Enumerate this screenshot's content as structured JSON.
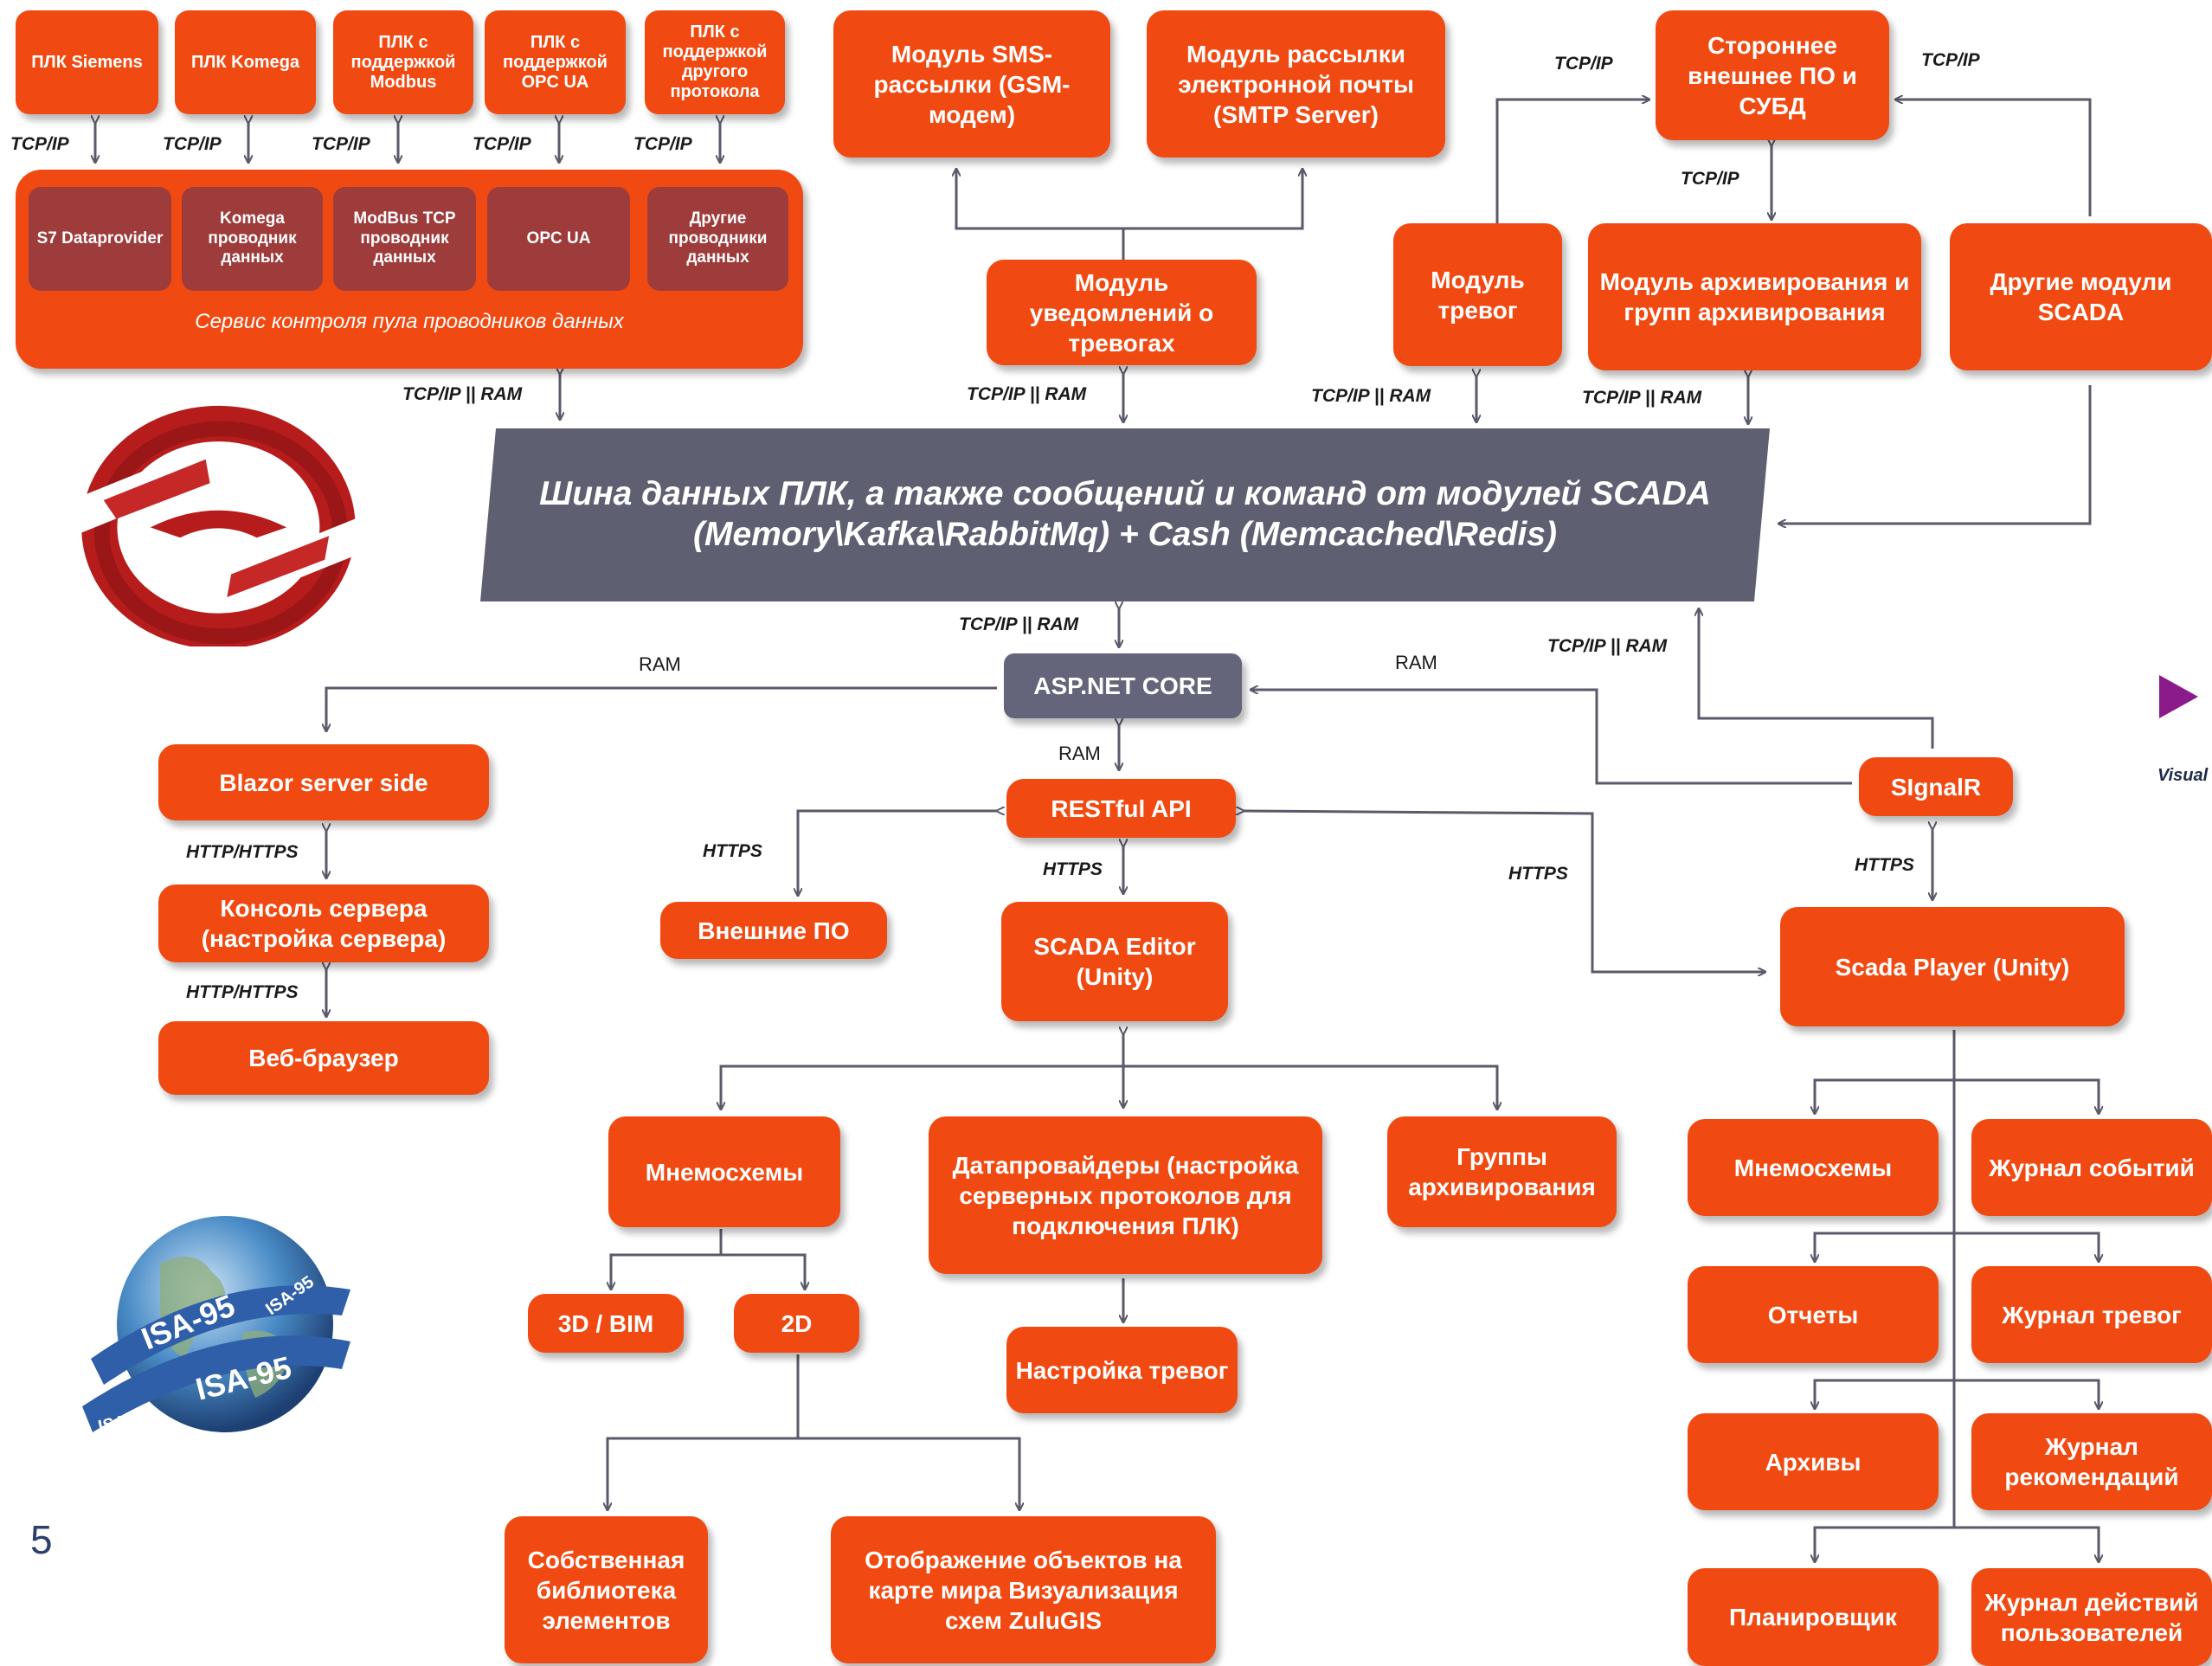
{
  "page_number": "5",
  "edge_text": "Visual",
  "colors": {
    "box": "#f04a12",
    "bus": "#5e5f71",
    "inner": "#9e3b3b",
    "asp": "#64657a",
    "line": "#5a5a6a"
  },
  "plc": [
    "ПЛК Siemens",
    "ПЛК Komega",
    "ПЛК с поддержкой Modbus",
    "ПЛК с поддержкой OPC UA",
    "ПЛК с поддержкой другого протокола"
  ],
  "pool": {
    "caption": "Сервис контроля пула проводников данных",
    "providers": [
      "S7 Dataprovider",
      "Komega проводник данных",
      "ModBus TCP проводник данных",
      "OPC UA",
      "Другие проводники данных"
    ]
  },
  "modules": {
    "sms": "Модуль SMS-рассылки (GSM-модем)",
    "email": "Модуль рассылки электронной почты (SMTP Server)",
    "notify": "Модуль уведомлений о тревогах",
    "external_db": "Стороннее внешнее ПО и СУБД",
    "alarms": "Модуль тревог",
    "archive": "Модуль архивирования и групп архивирования",
    "other": "Другие модули SCADA"
  },
  "bus": {
    "line1": "Шина данных ПЛК, а также сообщений и команд от модулей SCADA",
    "line2": "(Memory\\Kafka\\RabbitMq) + Cash (Memcached\\Redis)"
  },
  "asp": "ASP.NET CORE",
  "web": {
    "blazor": "Blazor server side",
    "console": "Консоль сервера (настройка сервера)",
    "browser": "Веб-браузер"
  },
  "api": {
    "rest": "RESTful API",
    "external": "Внешние ПО",
    "editor": "SCADA Editor (Unity)",
    "signalr": "SIgnalR",
    "player": "Scada Player (Unity)"
  },
  "editor_children": {
    "mnemo": "Мнемосхемы",
    "dataproviders": "Датапровайдеры (настройка серверных протоколов для подключения ПЛК)",
    "archive_groups": "Группы архивирования",
    "bim": "3D / BIM",
    "d2": "2D",
    "alarm_setup": "Настройка тревог",
    "library": "Собственная библиотека элементов",
    "map": "Отображение объектов на карте мира Визуализация схем ZuluGIS"
  },
  "player_children": {
    "mnemo": "Мнемосхемы",
    "events": "Журнал событий",
    "reports": "Отчеты",
    "alarm_log": "Журнал тревог",
    "archives": "Архивы",
    "recommend": "Журнал рекомендаций",
    "scheduler": "Планировщик",
    "actions": "Журнал действий пользователей"
  },
  "labels": {
    "tcpip": "TCP/IP",
    "tcpip_ram": "TCP/IP || RAM",
    "ram": "RAM",
    "http_https": "HTTP/HTTPS",
    "https": "HTTPS"
  },
  "isa": {
    "text": "ISA-95"
  }
}
